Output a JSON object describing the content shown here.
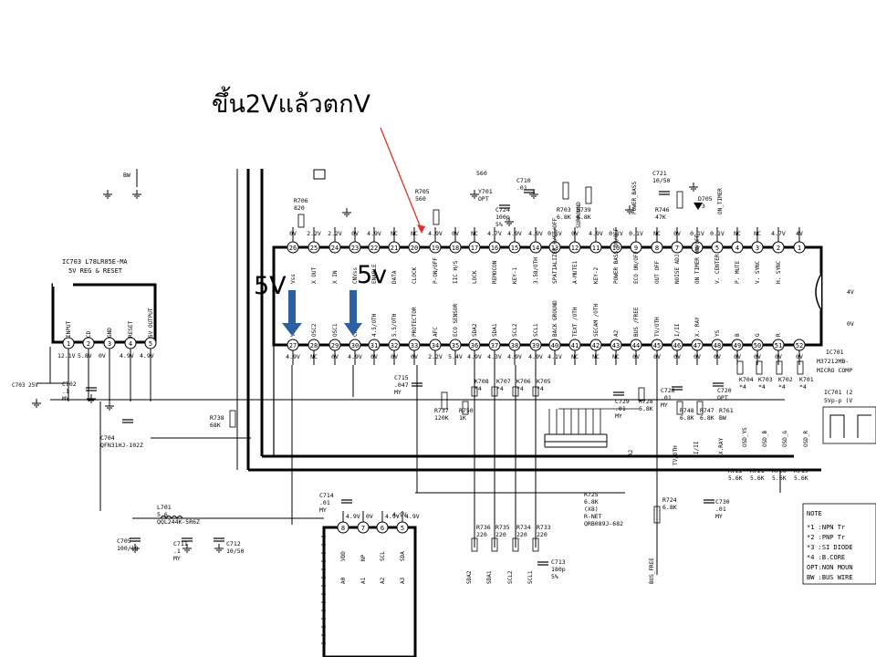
{
  "annotations": {
    "top_note": "ขึ้น2Vแล้วตกV",
    "left_5v": "5V",
    "right_5v": "5v"
  },
  "colors": {
    "ink": "#000000",
    "arrow_red": "#e0322b",
    "arrow_blue": "#2d5fa3"
  },
  "ic703": {
    "title": "IC703  L78LR05E-MA",
    "subtitle": "5V REG & RESET",
    "pins": [
      {
        "num": "1",
        "name": "INPUT",
        "volt": "12.1V"
      },
      {
        "num": "2",
        "name": "CD",
        "volt": "5.8V"
      },
      {
        "num": "3",
        "name": "GND",
        "volt": "0V"
      },
      {
        "num": "4",
        "name": "RESET",
        "volt": "4.9V"
      },
      {
        "num": "5",
        "name": "5V OUTPUT",
        "volt": "4.9V"
      }
    ]
  },
  "ic701": {
    "title": "IC701",
    "part": "M37212MB-",
    "desc": "MICRO COMP",
    "top_pins": [
      {
        "num": "26",
        "name": "Vss",
        "volt": "0V"
      },
      {
        "num": "25",
        "name": "X OUT",
        "volt": "2.2V"
      },
      {
        "num": "24",
        "name": "X IN",
        "volt": "2.2V"
      },
      {
        "num": "23",
        "name": "CNVss",
        "volt": "0V"
      },
      {
        "num": "22",
        "name": "ENABLE",
        "volt": "4.9V"
      },
      {
        "num": "21",
        "name": "DATA",
        "volt": "NC"
      },
      {
        "num": "20",
        "name": "CLOCK",
        "volt": "NC"
      },
      {
        "num": "19",
        "name": "P-ON/OFF",
        "volt": "4.9V"
      },
      {
        "num": "18",
        "name": "IIC H/S",
        "volt": "0V"
      },
      {
        "num": "17",
        "name": "LOCK",
        "volt": "NC"
      },
      {
        "num": "16",
        "name": "REMOCON",
        "volt": "4.7V"
      },
      {
        "num": "15",
        "name": "KEY-1",
        "volt": "4.9V"
      },
      {
        "num": "14",
        "name": "3.58/OTH",
        "volt": "4.9V"
      },
      {
        "num": "13",
        "name": "SPATIALIZER H/ST/OFF",
        "volt": "0.1V"
      },
      {
        "num": "12",
        "name": "A-MUTE1",
        "volt": "0V"
      },
      {
        "num": "11",
        "name": "KEY-2",
        "volt": "4.9V"
      },
      {
        "num": "10",
        "name": "POWER BASS ON/OFF",
        "volt": "0.1V"
      },
      {
        "num": "9",
        "name": "ECO ON/OFF",
        "volt": "0.1V"
      },
      {
        "num": "8",
        "name": "OUT OFF",
        "volt": "NC"
      },
      {
        "num": "7",
        "name": "NOISE ADJ",
        "volt": "0V"
      },
      {
        "num": "6",
        "name": "ON TIMER ON/OFF",
        "volt": "0.1V"
      },
      {
        "num": "5",
        "name": "V. CENTER",
        "volt": "0.1V"
      },
      {
        "num": "4",
        "name": "P. MUTE",
        "volt": "NC"
      },
      {
        "num": "3",
        "name": "V. SYNC",
        "volt": "NC"
      },
      {
        "num": "2",
        "name": "H. SYNC",
        "volt": "4.7V"
      },
      {
        "num": "1",
        "name": "",
        "volt": "4V"
      }
    ],
    "bottom_pins": [
      {
        "num": "27",
        "name": "VDD",
        "volt": "4.9V"
      },
      {
        "num": "28",
        "name": "OSC2",
        "volt": "NC"
      },
      {
        "num": "29",
        "name": "OSC1",
        "volt": "0V"
      },
      {
        "num": "30",
        "name": "CNVDD",
        "volt": "4.9V"
      },
      {
        "num": "31",
        "name": "4.5/OTH",
        "volt": "0V"
      },
      {
        "num": "32",
        "name": "5.5/OTH",
        "volt": "0V"
      },
      {
        "num": "33",
        "name": "PROTECTOR",
        "volt": "0V"
      },
      {
        "num": "34",
        "name": "AFC",
        "volt": "2.2V"
      },
      {
        "num": "35",
        "name": "ECO SENSOR",
        "volt": "5.4V"
      },
      {
        "num": "36",
        "name": "SDA2",
        "volt": "4.9V"
      },
      {
        "num": "37",
        "name": "SDA1",
        "volt": "4.3V"
      },
      {
        "num": "38",
        "name": "SCL2",
        "volt": "4.9V"
      },
      {
        "num": "39",
        "name": "SCL1",
        "volt": "4.9V"
      },
      {
        "num": "40",
        "name": "BACK GROUND",
        "volt": "4.1V"
      },
      {
        "num": "41",
        "name": "TEXT /OTH",
        "volt": "NC"
      },
      {
        "num": "42",
        "name": "SECAM /OTH",
        "volt": "NC"
      },
      {
        "num": "43",
        "name": "A2",
        "volt": "NC"
      },
      {
        "num": "44",
        "name": "BUS /FREE",
        "volt": "0V"
      },
      {
        "num": "45",
        "name": "TV/OTH",
        "volt": "0V"
      },
      {
        "num": "46",
        "name": "I/II",
        "volt": "0V"
      },
      {
        "num": "47",
        "name": "X. RAY",
        "volt": "0V"
      },
      {
        "num": "48",
        "name": "YS",
        "volt": "0V"
      },
      {
        "num": "49",
        "name": "B",
        "volt": "0V"
      },
      {
        "num": "50",
        "name": "G",
        "volt": "0V"
      },
      {
        "num": "51",
        "name": "R",
        "volt": "0V"
      },
      {
        "num": "52",
        "name": "",
        "volt": "0V"
      }
    ]
  },
  "lower_ic": {
    "pins": [
      {
        "num": "8",
        "name": "VDD",
        "volt": "4.9V"
      },
      {
        "num": "7",
        "name": "NP",
        "volt": "0V"
      },
      {
        "num": "6",
        "name": "SCL",
        "volt": "4.9V"
      },
      {
        "num": "5",
        "name": "SDA",
        "volt": "4.9V"
      }
    ],
    "bottom_labels": [
      "A0",
      "A1",
      "A2",
      "A3"
    ]
  },
  "components": [
    {
      "ref": "R706",
      "val": "820"
    },
    {
      "ref": "R705",
      "val": "560"
    },
    {
      "ref": "Y701",
      "val": "OPT"
    },
    {
      "ref": "C710",
      "val": ".01"
    },
    {
      "ref": "C724",
      "val": "100p 5%"
    },
    {
      "ref": "R703",
      "val": "6.8K"
    },
    {
      "ref": "R739",
      "val": "6.8K"
    },
    {
      "ref": "C721",
      "val": "10/50"
    },
    {
      "ref": "R746",
      "val": "47K"
    },
    {
      "ref": "D705",
      "val": "*3"
    },
    {
      "ref": "C702",
      "val": ".1 MY"
    },
    {
      "ref": "C715",
      "val": ".047 MY"
    },
    {
      "ref": "R737",
      "val": "120K"
    },
    {
      "ref": "R750",
      "val": "1K"
    },
    {
      "ref": "K708",
      "val": "*4"
    },
    {
      "ref": "K707",
      "val": "*4"
    },
    {
      "ref": "K706",
      "val": "*4"
    },
    {
      "ref": "K705",
      "val": "*4"
    },
    {
      "ref": "C729",
      "val": ".01 MY"
    },
    {
      "ref": "R728",
      "val": "6.8K"
    },
    {
      "ref": "C728",
      "val": ".01 MY"
    },
    {
      "ref": "R748",
      "val": "6.8K"
    },
    {
      "ref": "R747",
      "val": "6.8K"
    },
    {
      "ref": "C720",
      "val": "OPT"
    },
    {
      "ref": "R761",
      "val": "BW"
    },
    {
      "ref": "K704",
      "val": "*4"
    },
    {
      "ref": "K703",
      "val": "*4"
    },
    {
      "ref": "K702",
      "val": "*4"
    },
    {
      "ref": "K701",
      "val": "*4"
    },
    {
      "ref": "R738",
      "val": "68K"
    },
    {
      "ref": "C704",
      "val": "QFN31HJ-102Z"
    },
    {
      "ref": "L701",
      "val": "5.6 QQL244K-5R6Z"
    },
    {
      "ref": "C705",
      "val": "100/10"
    },
    {
      "ref": "C711",
      "val": ".1 MY"
    },
    {
      "ref": "C712",
      "val": "10/50"
    },
    {
      "ref": "C714",
      "val": ".01 MY"
    },
    {
      "ref": "R736",
      "val": "220"
    },
    {
      "ref": "R735",
      "val": "220"
    },
    {
      "ref": "R734",
      "val": "220"
    },
    {
      "ref": "R733",
      "val": "220"
    },
    {
      "ref": "C713",
      "val": "180p 5%"
    },
    {
      "ref": "R725",
      "val": "6.8K (X8) R-NET QRB089J-682"
    },
    {
      "ref": "R724",
      "val": "6.8K"
    },
    {
      "ref": "C730",
      "val": ".01 MY"
    },
    {
      "ref": "R722",
      "val": "5.6K"
    },
    {
      "ref": "R721",
      "val": "5.6K"
    },
    {
      "ref": "R720",
      "val": "5.6K"
    },
    {
      "ref": "R719",
      "val": "5.6K"
    }
  ],
  "net_labels": {
    "bw": "BW",
    "c560": "560",
    "surround": "SURROUND",
    "power_bass": "POWER_BASS",
    "on_timer": "ON_TIMER",
    "osd_ys": "OSD_YS",
    "osd_b": "OSD_B",
    "osd_g": "OSD_G",
    "osd_r": "OSD_R",
    "sda2": "SDA2",
    "sda1": "SDA1",
    "scl2": "SCL2",
    "scl1": "SCL1",
    "bus_free": "BUS_FREE",
    "a2": "A2",
    "tv_oth": "TV/OTH",
    "i_ii": "I/II",
    "x_ray": "X.RAY",
    "left_c": "C703 25V",
    "vp": "5Vp-p (V",
    "ic701_box": "IC701 (2"
  },
  "note": {
    "title": "NOTE",
    "lines": [
      "*1 :NPN Tr",
      "*2 :PNP Tr",
      "*3 :SI DIODE",
      "*4 :B.CORE",
      "OPT:NON MOUN",
      "BW :BUS WIRE"
    ]
  }
}
